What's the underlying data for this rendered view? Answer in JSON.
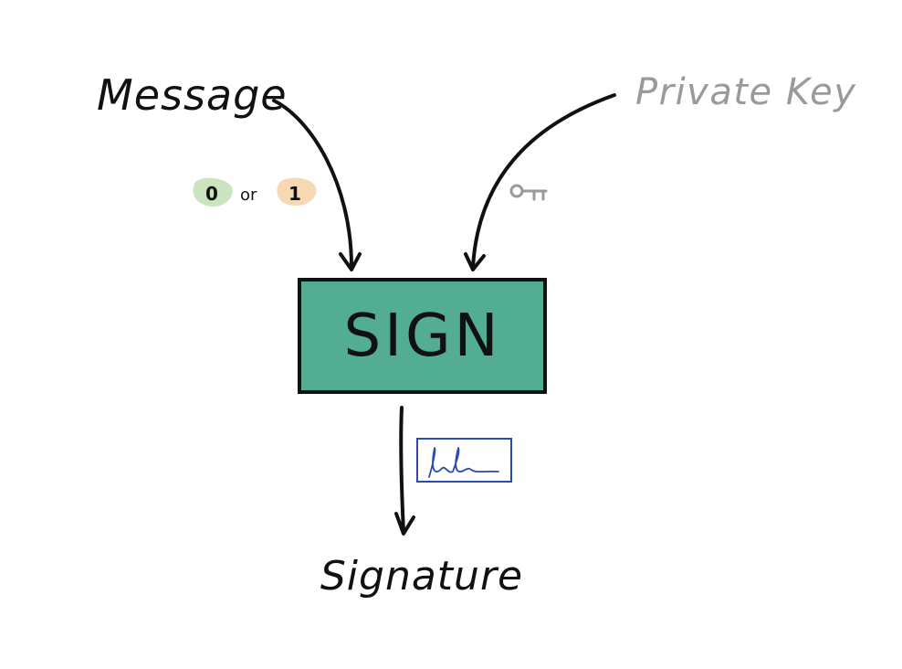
{
  "diagram": {
    "inputs": {
      "message": "Message",
      "private_key": "Private Key"
    },
    "message_bits": {
      "zero": "0",
      "connector": "or",
      "one": "1"
    },
    "process": {
      "label": "SIGN"
    },
    "output": {
      "label": "Signature"
    },
    "icons": {
      "key": "key-icon",
      "signature": "signature-icon"
    },
    "colors": {
      "box_fill": "#52ad93",
      "stroke": "#111111",
      "gray_text": "#9a9a9a",
      "bit_zero_bg": "#c9e4bf",
      "bit_one_bg": "#f6d9b4",
      "signature_ink": "#2b4bb0"
    }
  }
}
